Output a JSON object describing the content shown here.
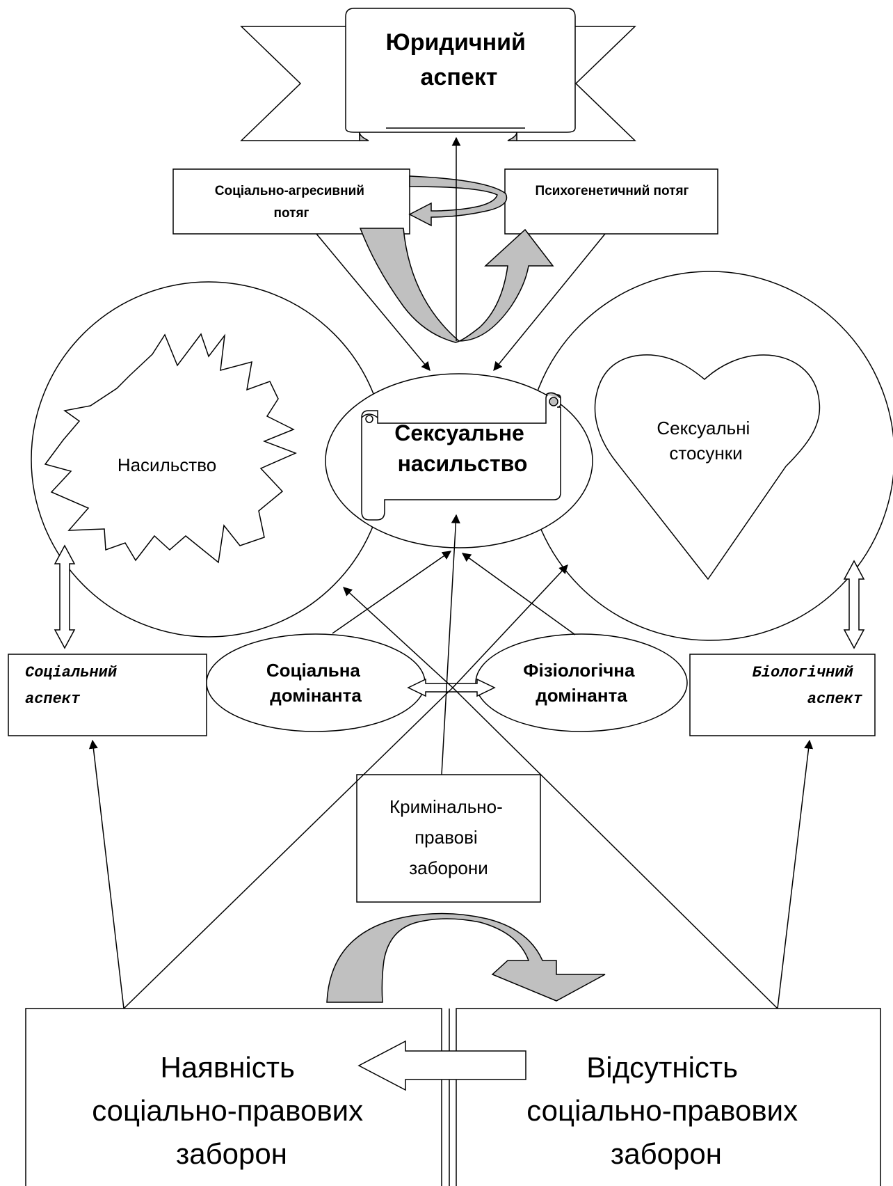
{
  "top": {
    "legal_aspect": [
      "Юридичний",
      "аспект"
    ]
  },
  "drives": {
    "social_aggressive": [
      "Соціально-агресивний",
      "потяг"
    ],
    "psychogenetic": "Психогенетичний потяг"
  },
  "circles": {
    "violence": "Насильство",
    "sexual_violence": [
      "Сексуальне",
      "насильство"
    ],
    "sexual_relations": [
      "Сексуальні",
      "стосунки"
    ]
  },
  "dominants": {
    "social": [
      "Соціальна",
      "домінанта"
    ],
    "physiological": [
      "Фізіологічна",
      "домінанта"
    ]
  },
  "aspects": {
    "social": [
      "Соціальний",
      "аспект"
    ],
    "biological": [
      "Біологічний",
      "аспект"
    ]
  },
  "criminal_prohibitions": [
    "Кримінально-",
    "правові",
    "заборони"
  ],
  "bottom": {
    "presence": [
      "Наявність",
      "соціально-правових",
      "заборон"
    ],
    "absence": [
      "Відсутність",
      "соціально-правових",
      "заборон"
    ]
  },
  "colors": {
    "stroke": "#000000",
    "fill_gray": "#c0c0c0",
    "background": "#ffffff"
  }
}
